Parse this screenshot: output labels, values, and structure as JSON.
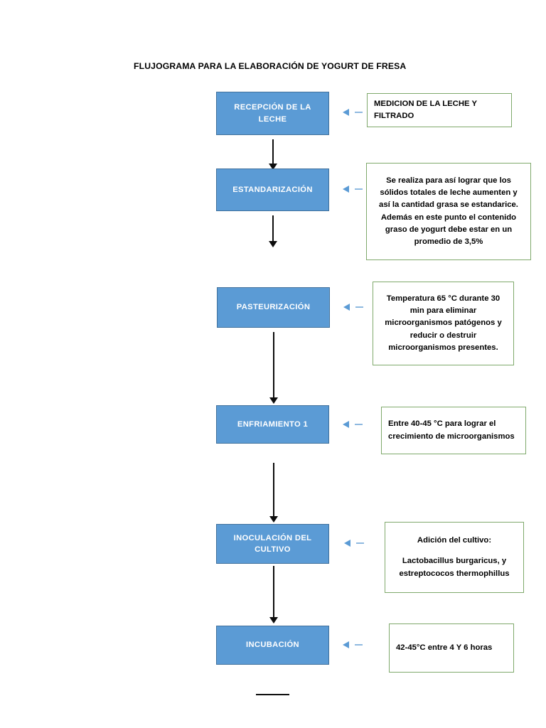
{
  "document": {
    "title": "FLUJOGRAMA PARA LA ELABORACIÓN DE YOGURT DE FRESA"
  },
  "colors": {
    "process_fill": "#5B9BD5",
    "process_border": "#41719C",
    "process_text": "#FFFFFF",
    "note_border": "#7FA96B",
    "note_text": "#000000",
    "connector": "#0D0D0D",
    "pointer": "#5B9BD5"
  },
  "flow": {
    "steps": [
      {
        "id": "recepcion",
        "label": "RECEPCIÓN DE LA LECHE",
        "note": {
          "align": "left",
          "paragraphs": [
            "MEDICION DE LA LECHE Y FILTRADO"
          ]
        }
      },
      {
        "id": "estandarizacion",
        "label": "ESTANDARIZACIÓN",
        "note": {
          "align": "center",
          "paragraphs": [
            "Se realiza para así lograr que los sólidos totales de leche aumenten y así la cantidad grasa se estandarice. Además en este punto el contenido graso de yogurt debe estar  en un promedio de  3,5%"
          ]
        }
      },
      {
        "id": "pasteurizacion",
        "label": "PASTEURIZACIÓN",
        "note": {
          "align": "center",
          "paragraphs": [
            "Temperatura 65 °C durante 30 min  para eliminar microorganismos patógenos y reducir o destruir microorganismos presentes."
          ]
        }
      },
      {
        "id": "enfriamiento-1",
        "label": "ENFRIAMIENTO 1",
        "note": {
          "align": "left",
          "paragraphs": [
            "Entre 40-45 °C para lograr el crecimiento de microorganismos"
          ]
        }
      },
      {
        "id": "inoculacion-cultivo",
        "label": "INOCULACIÓN DEL CULTIVO",
        "note": {
          "align": "center",
          "paragraphs": [
            "Adición del cultivo:",
            "Lactobacillus burgaricus, y estreptococos thermophillus"
          ]
        }
      },
      {
        "id": "incubacion",
        "label": "INCUBACIÓN",
        "note": {
          "align": "left",
          "paragraphs": [
            "42-45°C entre 4 Y 6 horas"
          ]
        }
      }
    ]
  }
}
